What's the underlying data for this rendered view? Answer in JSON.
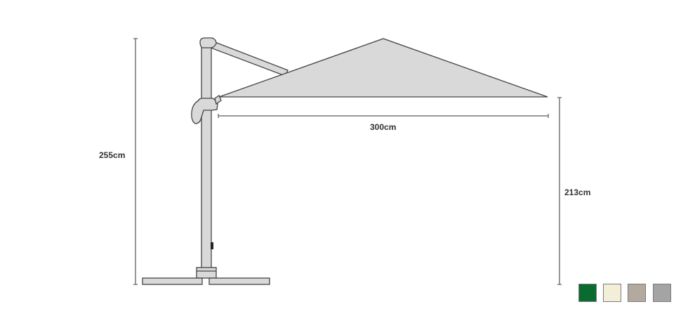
{
  "dimensions": {
    "height_total": "255cm",
    "canopy_width": "300cm",
    "clearance_height": "213cm"
  },
  "colour_swatches": [
    {
      "name": "green",
      "color": "#0b6a2f"
    },
    {
      "name": "cream",
      "color": "#f2eed8"
    },
    {
      "name": "taupe",
      "color": "#b4a99f"
    },
    {
      "name": "grey",
      "color": "#a4a4a4"
    }
  ]
}
